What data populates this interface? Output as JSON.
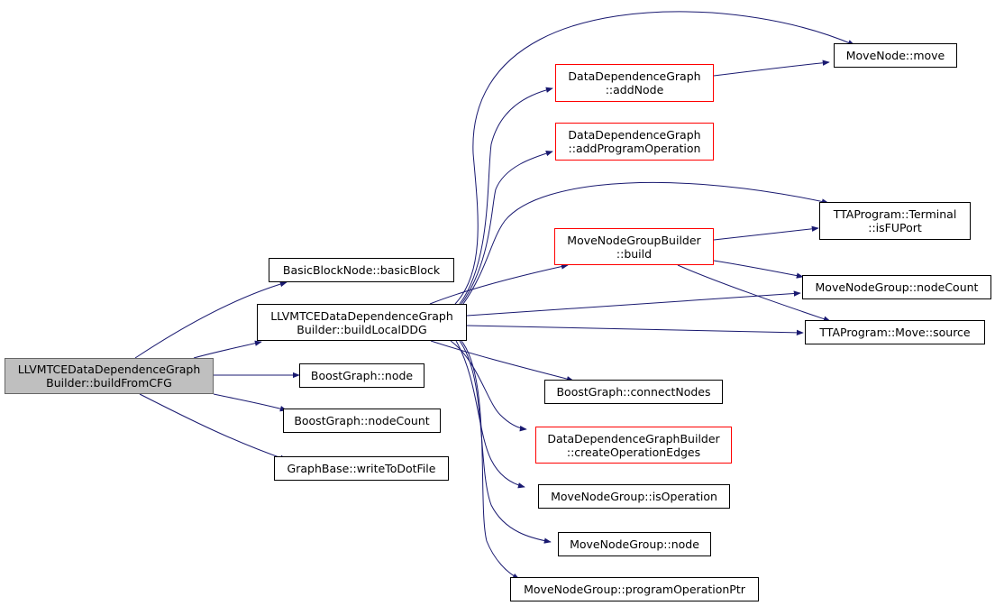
{
  "colors": {
    "edge": "#191970",
    "node_border": "#000000",
    "node_border_red": "#ff0000",
    "root_fill": "#bfbfbf"
  },
  "nodes": [
    {
      "id": "root",
      "line1": "LLVMTCEDataDependenceGraph",
      "line2": "Builder::buildFromCFG"
    },
    {
      "id": "basicBlock",
      "line1": "BasicBlockNode::basicBlock",
      "line2": ""
    },
    {
      "id": "buildLocalDDG",
      "line1": "LLVMTCEDataDependenceGraph",
      "line2": "Builder::buildLocalDDG"
    },
    {
      "id": "bgNode",
      "line1": "BoostGraph::node",
      "line2": ""
    },
    {
      "id": "bgNodeCount",
      "line1": "BoostGraph::nodeCount",
      "line2": ""
    },
    {
      "id": "writeToDotFile",
      "line1": "GraphBase::writeToDotFile",
      "line2": ""
    },
    {
      "id": "moveNodeMove",
      "line1": "MoveNode::move",
      "line2": ""
    },
    {
      "id": "addNode",
      "line1": "DataDependenceGraph",
      "line2": "::addNode"
    },
    {
      "id": "addProgramOperation",
      "line1": "DataDependenceGraph",
      "line2": "::addProgramOperation"
    },
    {
      "id": "isFUPort",
      "line1": "TTAProgram::Terminal",
      "line2": "::isFUPort"
    },
    {
      "id": "mngbBuild",
      "line1": "MoveNodeGroupBuilder",
      "line2": "::build"
    },
    {
      "id": "mngNodeCount",
      "line1": "MoveNodeGroup::nodeCount",
      "line2": ""
    },
    {
      "id": "moveSource",
      "line1": "TTAProgram::Move::source",
      "line2": ""
    },
    {
      "id": "connectNodes",
      "line1": "BoostGraph::connectNodes",
      "line2": ""
    },
    {
      "id": "createOperationEdges",
      "line1": "DataDependenceGraphBuilder",
      "line2": "::createOperationEdges"
    },
    {
      "id": "isOperation",
      "line1": "MoveNodeGroup::isOperation",
      "line2": ""
    },
    {
      "id": "mngNode",
      "line1": "MoveNodeGroup::node",
      "line2": ""
    },
    {
      "id": "programOperationPtr",
      "line1": "MoveNodeGroup::programOperationPtr",
      "line2": ""
    }
  ]
}
